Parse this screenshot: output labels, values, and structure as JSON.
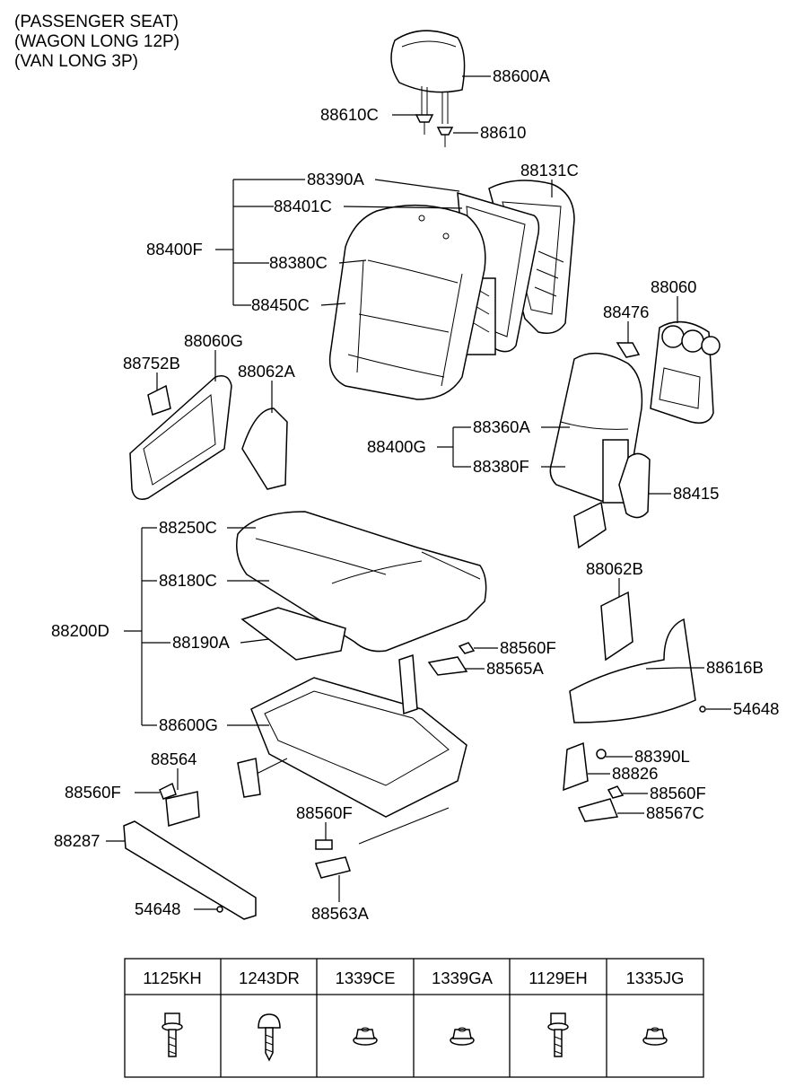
{
  "header": {
    "lines": [
      "(PASSENGER SEAT)",
      "(WAGON LONG 12P)",
      "(VAN LONG 3P)"
    ]
  },
  "labels": {
    "p88600A": "88600A",
    "p88610C": "88610C",
    "p88610": "88610",
    "p88390A": "88390A",
    "p88131C": "88131C",
    "p88401C": "88401C",
    "p88400F": "88400F",
    "p88380C": "88380C",
    "p88450C": "88450C",
    "p88060": "88060",
    "p88476": "88476",
    "p88060G": "88060G",
    "p88752B": "88752B",
    "p88062A": "88062A",
    "p88360A": "88360A",
    "p88400G": "88400G",
    "p88380F": "88380F",
    "p88415": "88415",
    "p88250C": "88250C",
    "p88180C": "88180C",
    "p88062B": "88062B",
    "p88200D": "88200D",
    "p88190A": "88190A",
    "p88560F_a": "88560F",
    "p88565A": "88565A",
    "p88616B": "88616B",
    "p54648_a": "54648",
    "p88600G": "88600G",
    "p88390L": "88390L",
    "p88826": "88826",
    "p88564": "88564",
    "p88560F_b": "88560F",
    "p88560F_c": "88560F",
    "p88567C": "88567C",
    "p88560F_d": "88560F",
    "p88287": "88287",
    "p54648_b": "54648",
    "p88563A": "88563A"
  },
  "fastener_table": {
    "columns": [
      "1125KH",
      "1243DR",
      "1339CE",
      "1339GA",
      "1129EH",
      "1335JG"
    ],
    "icons": [
      "flange-bolt-icon",
      "tapping-screw-icon",
      "flange-nut-icon",
      "flange-nut-icon",
      "flange-bolt-icon",
      "flange-nut-icon"
    ]
  }
}
